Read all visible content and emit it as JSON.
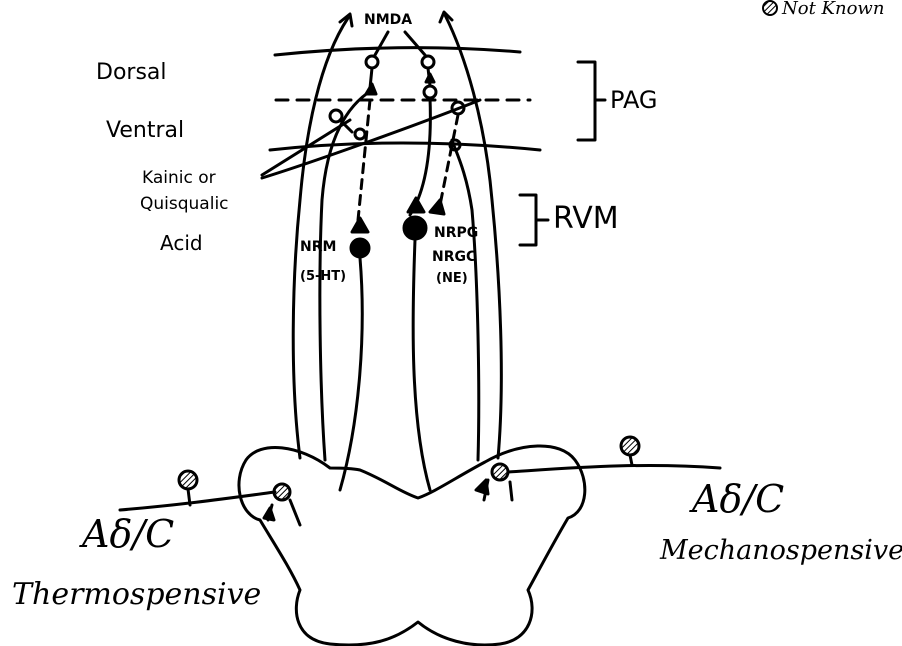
{
  "labels": {
    "nmda": "NMDA",
    "legend": "Not Known",
    "dorsal": "Dorsal",
    "ventral": "Ventral",
    "pag": "PAG",
    "rvm": "RVM",
    "agent_line1": "Kainic or",
    "agent_line2": "Quisqualic",
    "agent_line3": "Acid",
    "nrm_line1": "NRM",
    "nrm_line2": "(5-HT)",
    "nrpg_line1": "NRPG",
    "nrpg_line2": "NRGC",
    "nrpg_line3": "(NE)",
    "left_fiber_line1": "Aδ/C",
    "left_fiber_line2": "Thermospensive",
    "right_fiber_line1": "Aδ/C",
    "right_fiber_line2": "Mechanospensive"
  },
  "colors": {
    "ink": "#000000",
    "paper": "#ffffff"
  },
  "icons": {
    "not_known": "hatched-circle",
    "nucleus": "filled-circle",
    "terminal": "filled-triangle"
  }
}
